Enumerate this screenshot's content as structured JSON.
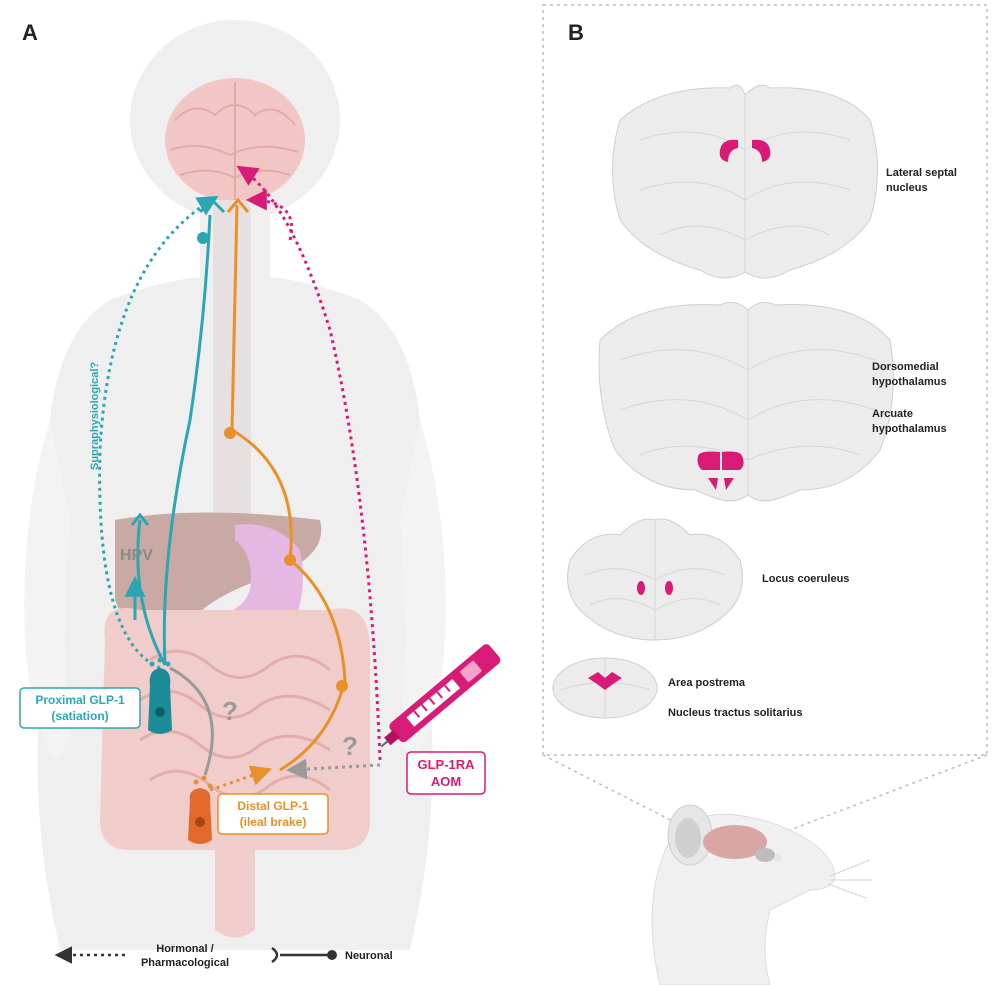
{
  "panels": {
    "a": {
      "letter": "A"
    },
    "b": {
      "letter": "B"
    }
  },
  "panel_a": {
    "hpv_label": "HPV",
    "suprapharmacological_label": "Supraphysiological?",
    "question_mark_1": "?",
    "question_mark_2": "?",
    "proximal": {
      "line1": "Proximal GLP-1",
      "line2": "(satiation)"
    },
    "distal": {
      "line1": "Distal GLP-1",
      "line2": "(ileal brake)"
    },
    "drug": {
      "line1": "GLP-1RA",
      "line2": "AOM"
    }
  },
  "legend": {
    "hormonal_line1": "Hormonal /",
    "hormonal_line2": "Pharmacological",
    "neuronal": "Neuronal"
  },
  "panel_b": {
    "regions": {
      "septal_1": "Lateral septal",
      "septal_2": "nucleus",
      "dmh_1": "Dorsomedial",
      "dmh_2": "hypothalamus",
      "arc_1": "Arcuate",
      "arc_2": "hypothalamus",
      "lc": "Locus coeruleus",
      "ap": "Area postrema",
      "nts": "Nucleus tractus solitarius"
    }
  },
  "colors": {
    "teal": "#2aa7b3",
    "orange": "#e8902a",
    "magenta": "#d91b78",
    "gray_arrow": "#9a9a9a",
    "brain": "#f2c8c6",
    "body": "#ececec"
  }
}
